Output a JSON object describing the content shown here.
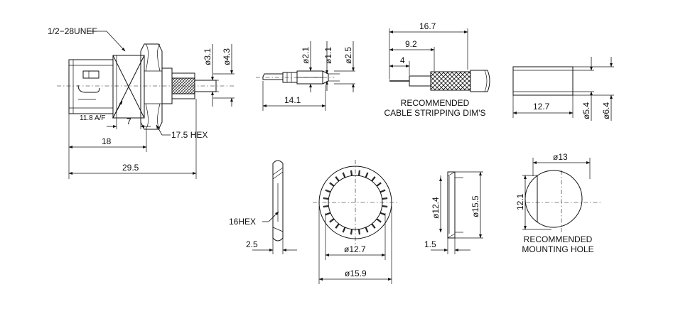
{
  "connector": {
    "thread": "1/2−28UNEF",
    "af": "11.8 A/F",
    "dim_7": "7",
    "hex": "17.5  HEX",
    "dim_18": "18",
    "dim_29_5": "29.5",
    "d31": "ø3.1",
    "d43": "ø4.3"
  },
  "contact_pin": {
    "d21": "ø2.1",
    "d11": "ø1.1",
    "d25": "ø2.5",
    "len": "14.1"
  },
  "cable": {
    "d167": "16.7",
    "d92": "9.2",
    "d4": "4",
    "note_line1": "RECOMMENDED",
    "note_line2": "CABLE STRIPPING DIM'S"
  },
  "ferrule": {
    "len": "12.7",
    "d54": "ø5.4",
    "d64": "ø6.4"
  },
  "nut": {
    "hex": "16HEX",
    "thk": "2.5"
  },
  "lockwasher": {
    "id": "ø12.7",
    "od": "ø15.9"
  },
  "washer": {
    "id": "ø12.4",
    "od": "ø15.5",
    "thk": "1.5"
  },
  "mounting_hole": {
    "dia": "ø13",
    "flat": "12.1",
    "note_line1": "RECOMMENDED",
    "note_line2": "MOUNTING  HOLE"
  }
}
